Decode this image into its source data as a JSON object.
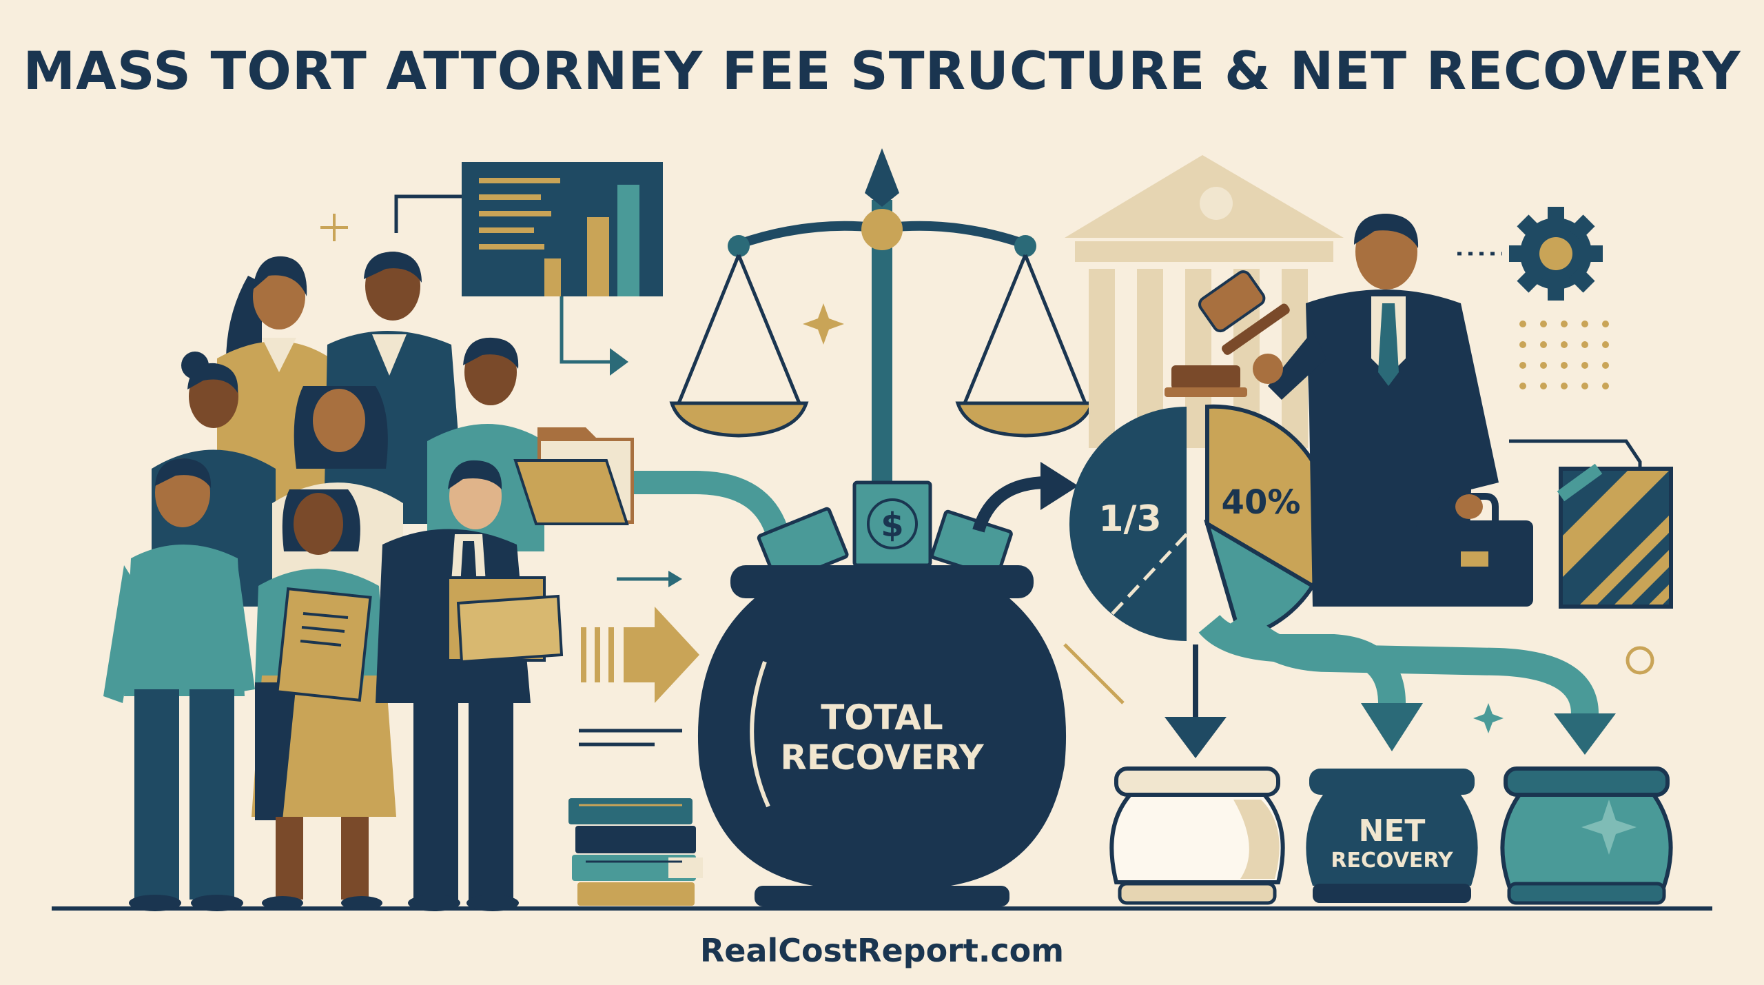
{
  "title": "MASS TORT ATTORNEY FEE STRUCTURE & NET RECOVERY",
  "footer": "RealCostReport.com",
  "pot_label_line1": "TOTAL",
  "pot_label_line2": "RECOVERY",
  "pie": {
    "left_label": "1/3",
    "right_label": "40%"
  },
  "net_pot_line1": "NET",
  "net_pot_line2": "RECOVERY",
  "colors": {
    "background": "#f8eedd",
    "navy": "#1a3550",
    "teal": "#2b6a78",
    "light_teal": "#4a9a98",
    "gold": "#c9a457",
    "tan": "#e6d5b2"
  },
  "icons": [
    "scales-of-justice-icon",
    "courthouse-icon",
    "gavel-icon",
    "gear-icon",
    "briefcase-icon",
    "folder-icon",
    "books-icon",
    "money-icon",
    "dollar-sign-icon",
    "sparkle-icon"
  ]
}
